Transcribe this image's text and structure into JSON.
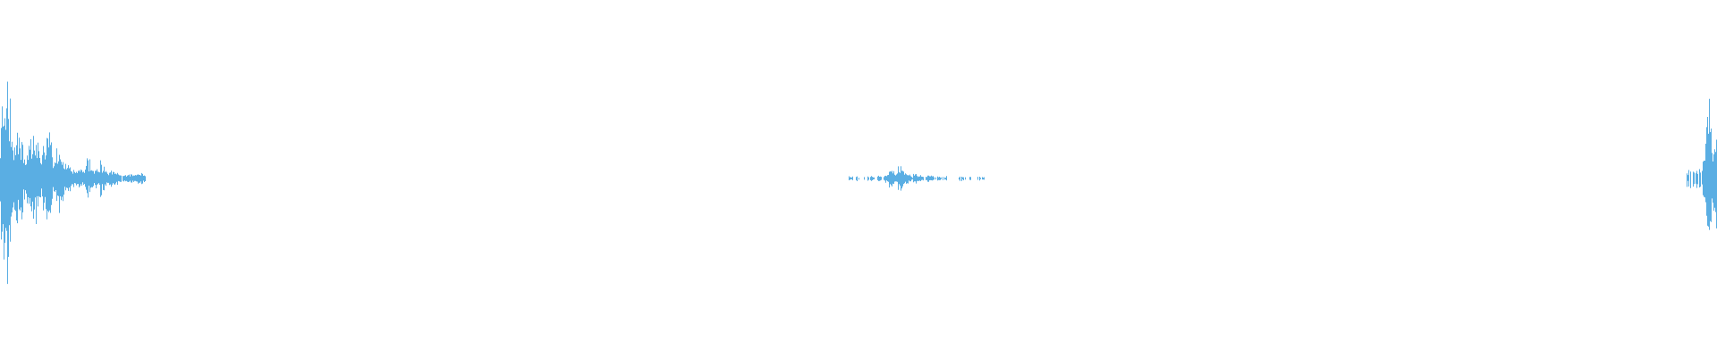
{
  "waveform": {
    "color": "#5aaee3",
    "background": "#ffffff",
    "peak_scale": 0.45,
    "segments": [
      {
        "name": "waveform-segment-start",
        "start": 0.0,
        "end": 0.085,
        "onset": 0.0,
        "peak": 0.82,
        "decay": 0.028,
        "floor": 0.015
      },
      {
        "name": "waveform-segment-middle",
        "start": 0.494,
        "end": 0.578,
        "onset": 0.522,
        "peak": 0.14,
        "decay": 0.012,
        "floor": 0.01
      },
      {
        "name": "waveform-segment-end",
        "start": 0.981,
        "end": 1.0,
        "onset": 0.994,
        "peak": 0.95,
        "decay": 0.006,
        "floor": 0.04
      }
    ]
  }
}
